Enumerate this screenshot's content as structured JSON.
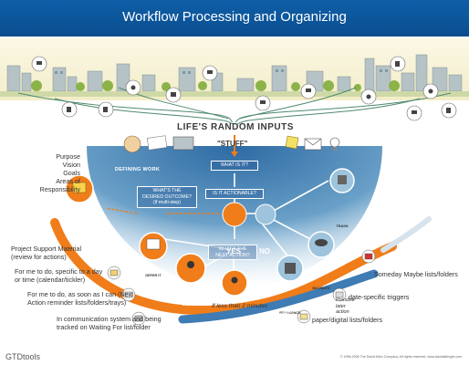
{
  "header": {
    "title": "Workflow Processing and Organizing"
  },
  "inputs": {
    "heading": "LIFE'S RANDOM INPUTS",
    "stuff": "\"STUFF\""
  },
  "defining": {
    "label": "DEFINING WORK"
  },
  "questions": {
    "what_is_it": "WHAT IS IT?",
    "actionable": "IS IT ACTIONABLE?",
    "outcome_l1": "WHAT'S THE",
    "outcome_l2": "DESIRED OUTCOME?",
    "outcome_l3": "(if multi-step)",
    "next_action_l1": "WHAT'S THE",
    "next_action_l2": "NEXT ACTION?"
  },
  "answers": {
    "yes": "YES",
    "no": "NO"
  },
  "nodes": {
    "project": "PROJECT",
    "defer": "DEFER IT",
    "delegate": "DELEGATE",
    "do": "DO IT",
    "trash": "TRASH",
    "incubate": "INCUBATE",
    "reference": "REFERENCE",
    "possible_l1": "Possible",
    "possible_l2": "later",
    "possible_l3": "action"
  },
  "left_stack": [
    "Purpose",
    "Vision",
    "Goals",
    "Areas of",
    "Responsibility"
  ],
  "left_labels": {
    "project_support_l1": "Project Support Material",
    "project_support_l2": "(review for actions)",
    "calendar_l1": "For me to do, specific to a day",
    "calendar_l2": "or time (calendar/tickler)",
    "asap_l1": "For me to do, as soon as I can (Next",
    "asap_l2": "Action reminder lists/folders/trays)",
    "waiting_l1": "In communication system and being",
    "waiting_l2": "tracked on Waiting For list/folder"
  },
  "right_labels": {
    "someday": "Someday Maybe lists/folders",
    "triggers": "date-specific triggers",
    "paper": "paper/digital lists/folders"
  },
  "misc": {
    "two_minutes": "If less than 2 minutes",
    "predefined": "PREDEFINED WORK"
  },
  "footer": {
    "logo": "GTDtools",
    "copyright": "© 1996-2006 The David Allen Company.  All rights reserved.  www.davidallengtd.com"
  },
  "colors": {
    "banner": "#0b559d",
    "orange": "#f07d1a",
    "blue": "#4f86b8",
    "cream": "#f5f1d0"
  }
}
